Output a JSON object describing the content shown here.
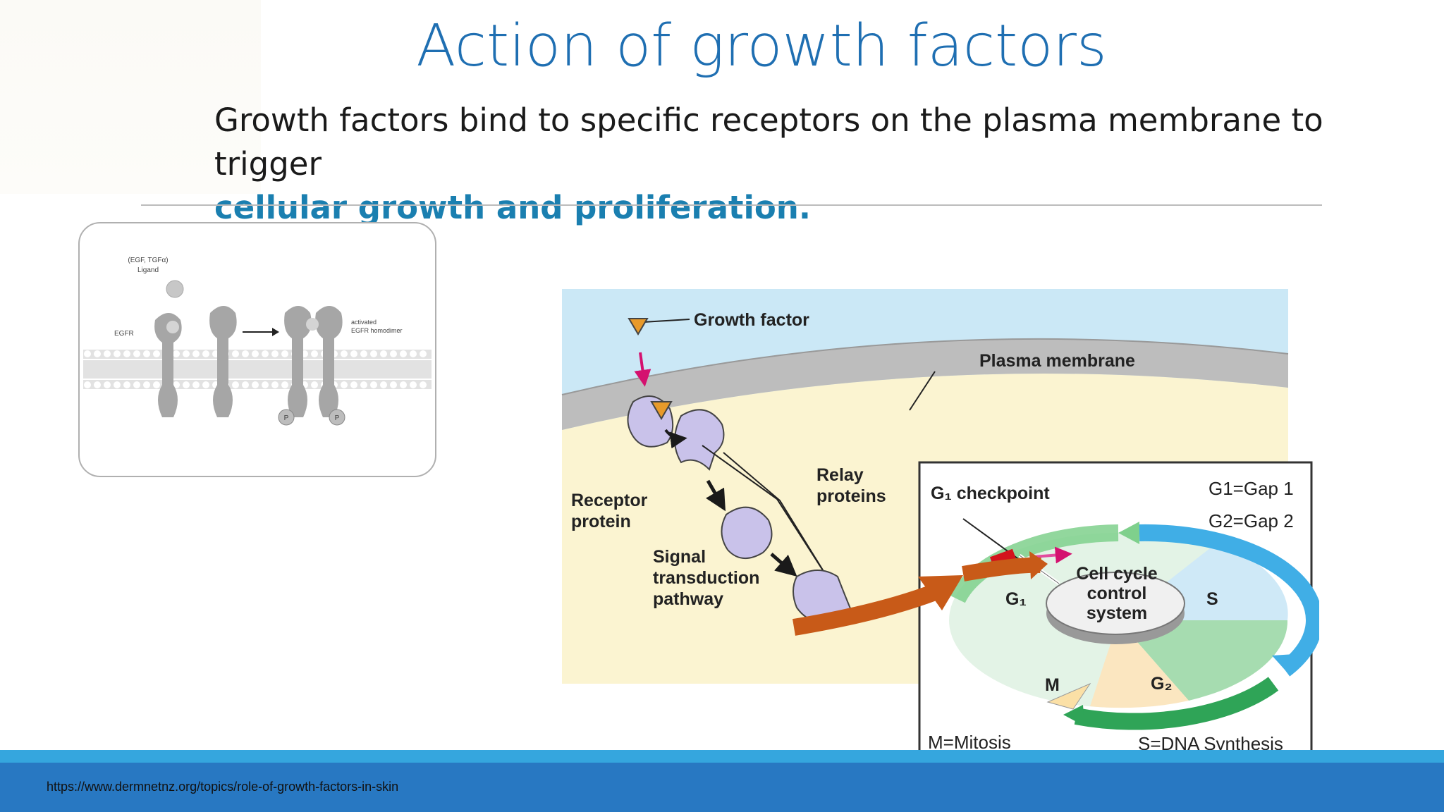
{
  "slide": {
    "title": "Action of growth factors",
    "subtitle": "Growth factors bind to specific receptors on the plasma membrane to trigger",
    "subtitle_highlight": "cellular growth and proliferation.",
    "footer_url": "https://www.dermnetnz.org/topics/role-of-growth-factors-in-skin"
  },
  "left_diagram": {
    "ligand_label_line1": "(EGF, TGFα)",
    "ligand_label_line2": "Ligand",
    "egfr_label": "EGFR",
    "activated_label_line1": "activated",
    "activated_label_line2": "EGFR homodimer",
    "phospho_label": "P"
  },
  "right_diagram": {
    "growth_factor": "Growth factor",
    "plasma_membrane": "Plasma membrane",
    "receptor_protein_line1": "Receptor",
    "receptor_protein_line2": "protein",
    "relay_proteins_line1": "Relay",
    "relay_proteins_line2": "proteins",
    "signal_line1": "Signal",
    "signal_line2": "transduction",
    "signal_line3": "pathway",
    "cell_cycle": {
      "checkpoint": "G₁ checkpoint",
      "g1_legend": "G1=Gap 1",
      "g2_legend": "G2=Gap 2",
      "g1": "G₁",
      "s": "S",
      "g2": "G₂",
      "m": "M",
      "center_line1": "Cell cycle",
      "center_line2": "control",
      "center_line3": "system",
      "mitosis_legend": "M=Mitosis",
      "synthesis_legend": "S=DNA Synthesis"
    }
  },
  "colors": {
    "title": "#1f6fb2",
    "highlight": "#1a7fb0",
    "footer": "#2878c2",
    "footer_strip": "#35a6de"
  }
}
